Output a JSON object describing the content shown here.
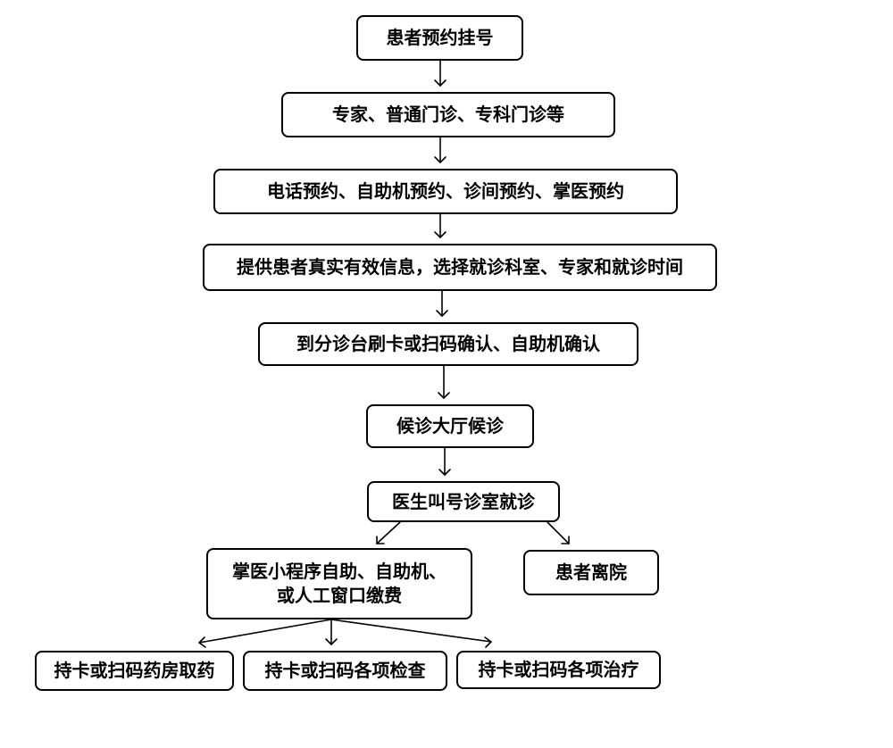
{
  "flow": {
    "step1": "患者预约挂号",
    "step2": "专家、普通门诊、专科门诊等",
    "step3": "电话预约、自助机预约、诊间预约、掌医预约",
    "step4": "提供患者真实有效信息，选择就诊科室、专家和就诊时间",
    "step5": "到分诊台刷卡或扫码确认、自助机确认",
    "step6": "候诊大厅候诊",
    "step7": "医生叫号诊室就诊",
    "pay_line1": "掌医小程序自助、自助机、",
    "pay_line2": "或人工窗口缴费",
    "discharge": "患者离院",
    "pharmacy": "持卡或扫码药房取药",
    "exams": "持卡或扫码各项检查",
    "treatment": "持卡或扫码各项治疗"
  }
}
